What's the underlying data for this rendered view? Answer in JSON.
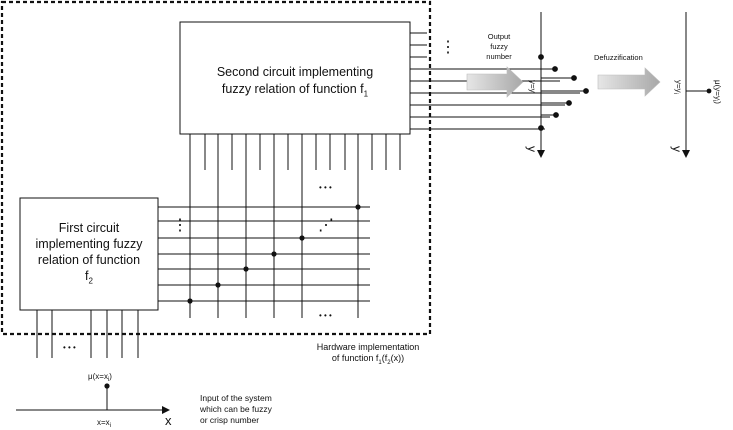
{
  "second_circuit": {
    "line1": "Second circuit implementing",
    "line2_prefix": "fuzzy relation of function f",
    "line2_sub": "1"
  },
  "first_circuit": {
    "line1": "First circuit",
    "line2": "implementing fuzzy",
    "line3": "relation of function",
    "line4_prefix": "f",
    "line4_sub": "2"
  },
  "hardware": {
    "line1": "Hardware implementation",
    "line2_prefix": "of function f",
    "line2_sub1": "1",
    "line2_mid": "(f",
    "line2_sub2": "2",
    "line2_suffix": "(x))"
  },
  "output": {
    "line1": "Output",
    "line2": "fuzzy",
    "line3": "number"
  },
  "defuzz": {
    "label": "Defuzzification"
  },
  "input_desc": {
    "line1": "Input of the system",
    "line2": "which can be fuzzy",
    "line3": "or crisp number"
  },
  "input_axis": {
    "mu_label": "μ(x=x",
    "mu_sub": "i",
    "mu_close": ")",
    "x_eq": "x=x",
    "x_sub": "i",
    "x_axis": "x"
  },
  "out_axis": {
    "y_eq": "y=y",
    "y_sub": "i",
    "y_axis": "y"
  },
  "defuzz_axis": {
    "y_eq": "y=y",
    "y_sub": "i",
    "mu_label": "μ(y=y",
    "mu_sub": "i",
    "mu_close": ")",
    "y_axis": "y"
  },
  "ellipsis": {
    "dots": "• • •",
    "vdots": "⋮",
    "ddots": "⋰"
  }
}
